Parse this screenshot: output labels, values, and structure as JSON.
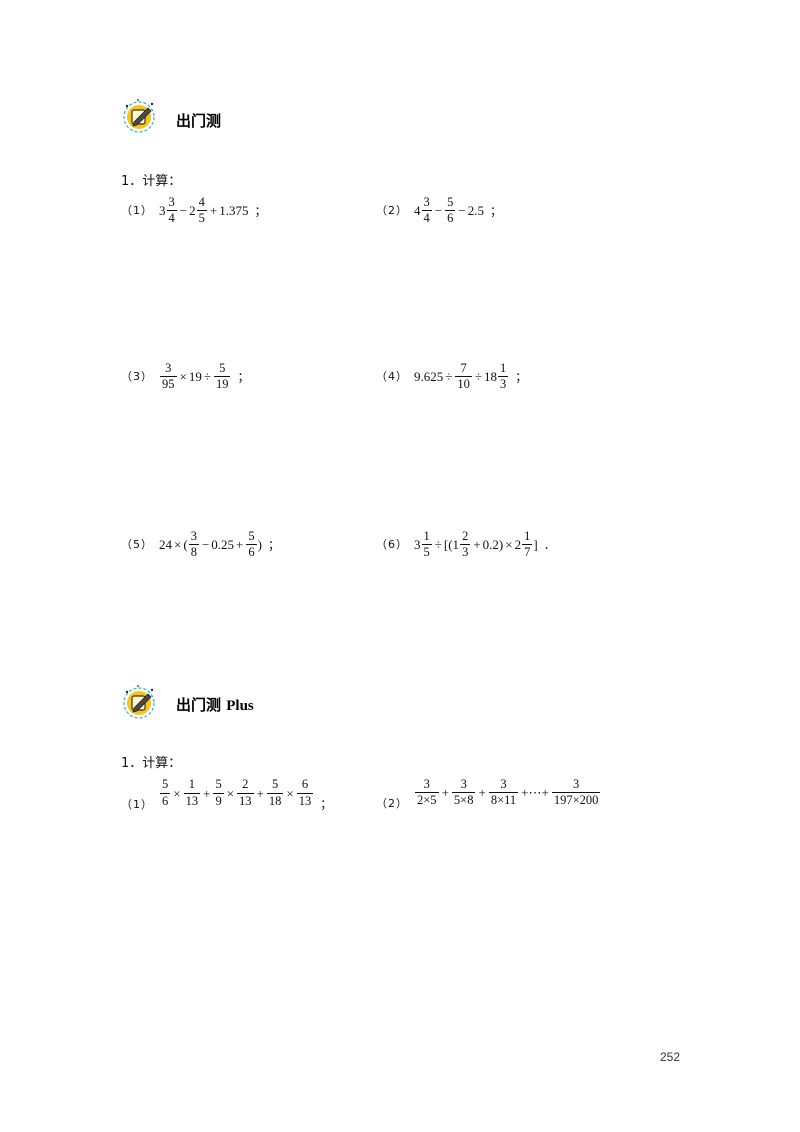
{
  "section1": {
    "title": "出门测"
  },
  "section1_question": {
    "text": "1．计算："
  },
  "section1_problems": [
    {
      "label": "（1）",
      "expr": "3 3/4 − 2 4/5 + 1.375",
      "tail": "；"
    },
    {
      "label": "（2）",
      "expr": "4 3/4 − 5/6 − 2.5",
      "tail": "；"
    },
    {
      "label": "（3）",
      "expr": "3/95 × 19 ÷ 5/19",
      "tail": "；"
    },
    {
      "label": "（4）",
      "expr": "9.625 ÷ 7/10 ÷ 18 1/3",
      "tail": "；"
    },
    {
      "label": "（5）",
      "expr": "24 × (3/8 − 0.25 + 5/6)",
      "tail": "；"
    },
    {
      "label": "（6）",
      "expr": "3 1/5 ÷ [(1 2/3 + 0.2) × 2 1/7]",
      "tail": "．"
    }
  ],
  "section2": {
    "title_main": "出门测",
    "title_plus": "Plus"
  },
  "section2_question": {
    "text": "1．计算："
  },
  "section2_problems": [
    {
      "label": "（1）",
      "expr": "5/6 × 1/13 + 5/9 × 2/13 + 5/18 × 6/13",
      "tail": "；"
    },
    {
      "label": "（2）",
      "expr": "3/(2×5) + 3/(5×8) + 3/(8×11) + ⋯ + 3/(197×200)",
      "tail": ""
    }
  ],
  "page_number": "252",
  "colors": {
    "icon_yellow": "#f5c518",
    "icon_ring": "#3fb6c8",
    "icon_dot": "#2a2a2a"
  }
}
